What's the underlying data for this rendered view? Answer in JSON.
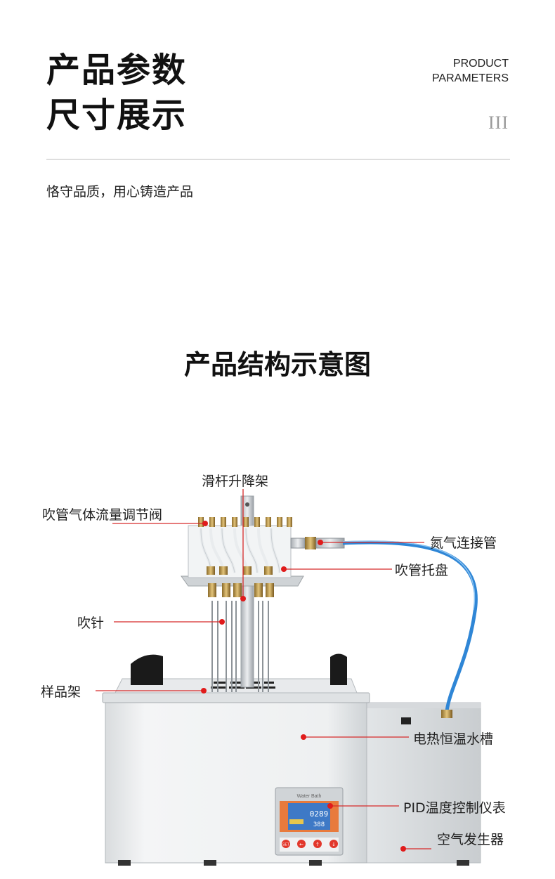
{
  "header": {
    "title_line1": "产品参数",
    "title_line2": "尺寸展示",
    "en_line1": "PRODUCT",
    "en_line2": "PARAMETERS",
    "roman": "III",
    "slogan": "恪守品质，用心铸造产品"
  },
  "section": {
    "title": "产品结构示意图"
  },
  "device": {
    "panel_title": "Water Bath",
    "display_line1": "0289",
    "display_line2": "388",
    "buttons": [
      "SET",
      "←",
      "↑",
      "↓"
    ]
  },
  "labels": {
    "slide_rod": "滑杆升降架",
    "flow_valve": "吹管气体流量调节阀",
    "nitrogen_pipe": "氮气连接管",
    "tube_tray": "吹管托盘",
    "needle": "吹针",
    "sample_rack": "样品架",
    "water_bath": "电热恒温水槽",
    "pid": "PID温度控制仪表",
    "air_gen": "空气发生器"
  },
  "colors": {
    "accent_red": "#d62a2a",
    "tube_blue": "#2f86d6",
    "body_white": "#eceeef"
  }
}
